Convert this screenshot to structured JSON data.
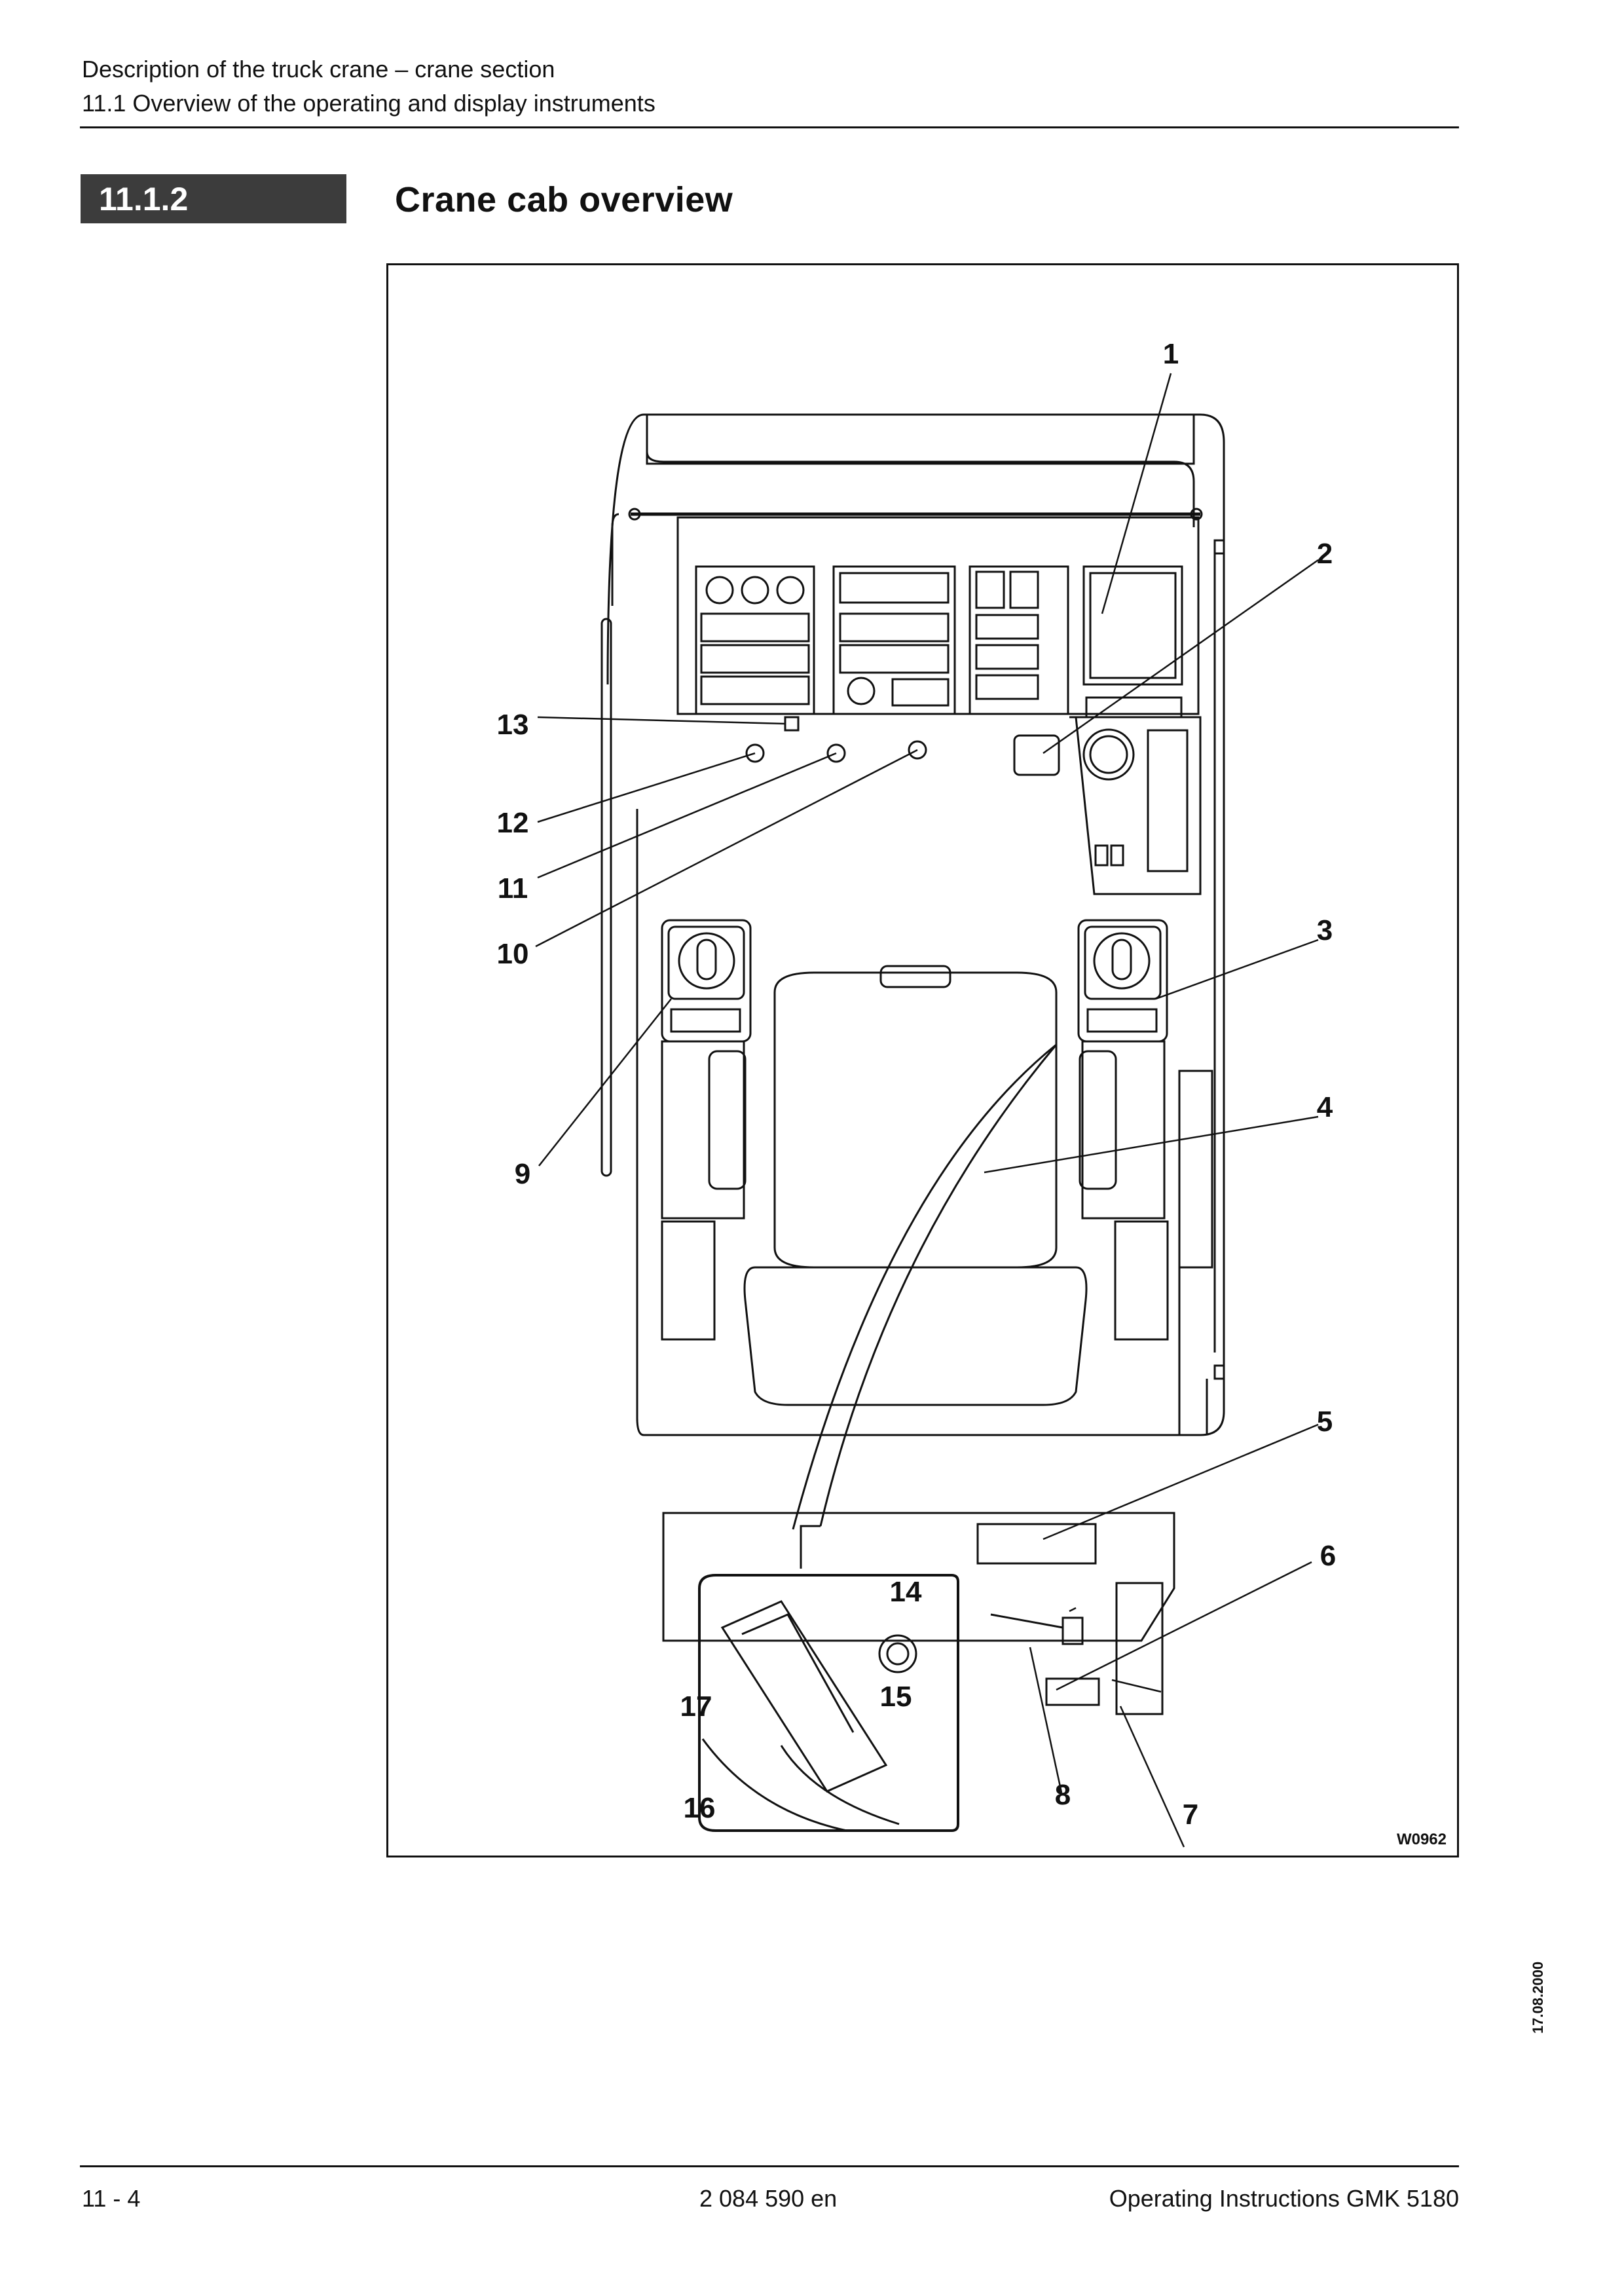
{
  "header": {
    "line1": "Description of the truck crane – crane section",
    "line2": "11.1 Overview of the operating and display instruments"
  },
  "section": {
    "number": "11.1.2",
    "title": "Crane cab overview"
  },
  "figure": {
    "id": "W0962",
    "callouts": [
      "1",
      "2",
      "3",
      "4",
      "5",
      "6",
      "7",
      "8",
      "9",
      "10",
      "11",
      "12",
      "13",
      "14",
      "15",
      "16",
      "17"
    ]
  },
  "side_date": "17.08.2000",
  "footer": {
    "page": "11 - 4",
    "doc_number": "2 084 590 en",
    "title": "Operating Instructions GMK 5180"
  }
}
